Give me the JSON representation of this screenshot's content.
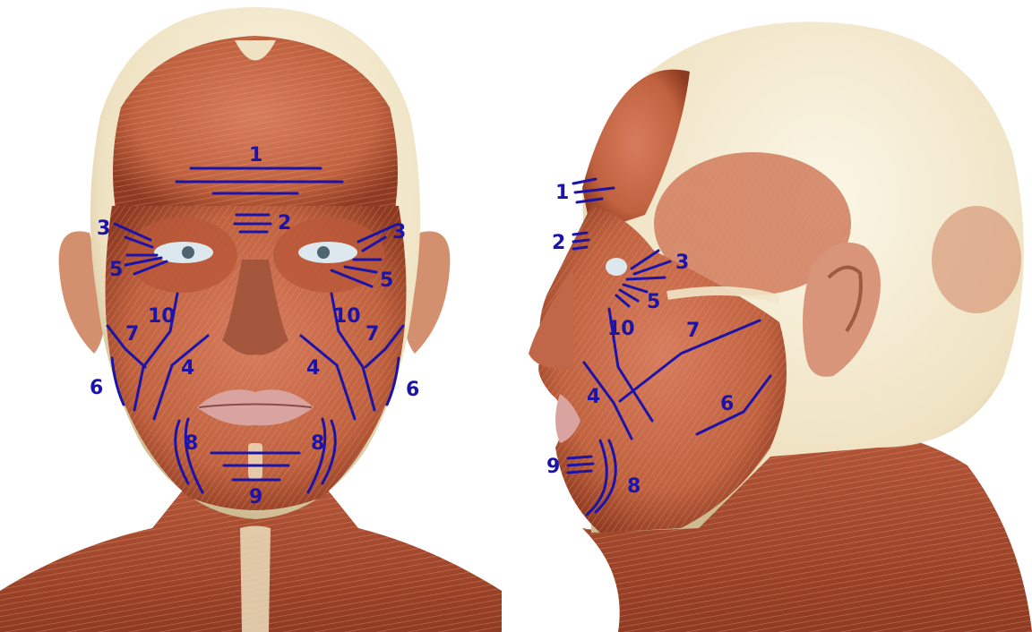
{
  "colors": {
    "line": "#1c14a8",
    "label": "#1c14a8",
    "skin": "#f1e6c9",
    "muscle": "#c8684a",
    "muscle_dark": "#9a3d25",
    "lip": "#d9a3a0",
    "eye": "#dde7ee",
    "background": "#ffffff"
  },
  "labels": {
    "front": {
      "l1": "1",
      "l2": "2",
      "l3a": "3",
      "l3b": "3",
      "l5a": "5",
      "l5b": "5",
      "l10a": "10",
      "l10b": "10",
      "l7a": "7",
      "l7b": "7",
      "l4a": "4",
      "l4b": "4",
      "l6a": "6",
      "l6b": "6",
      "l8a": "8",
      "l8b": "8",
      "l9": "9"
    },
    "side": {
      "l1": "1",
      "l2": "2",
      "l3": "3",
      "l5": "5",
      "l10": "10",
      "l7": "7",
      "l4": "4",
      "l6": "6",
      "l9": "9",
      "l8": "8"
    }
  }
}
